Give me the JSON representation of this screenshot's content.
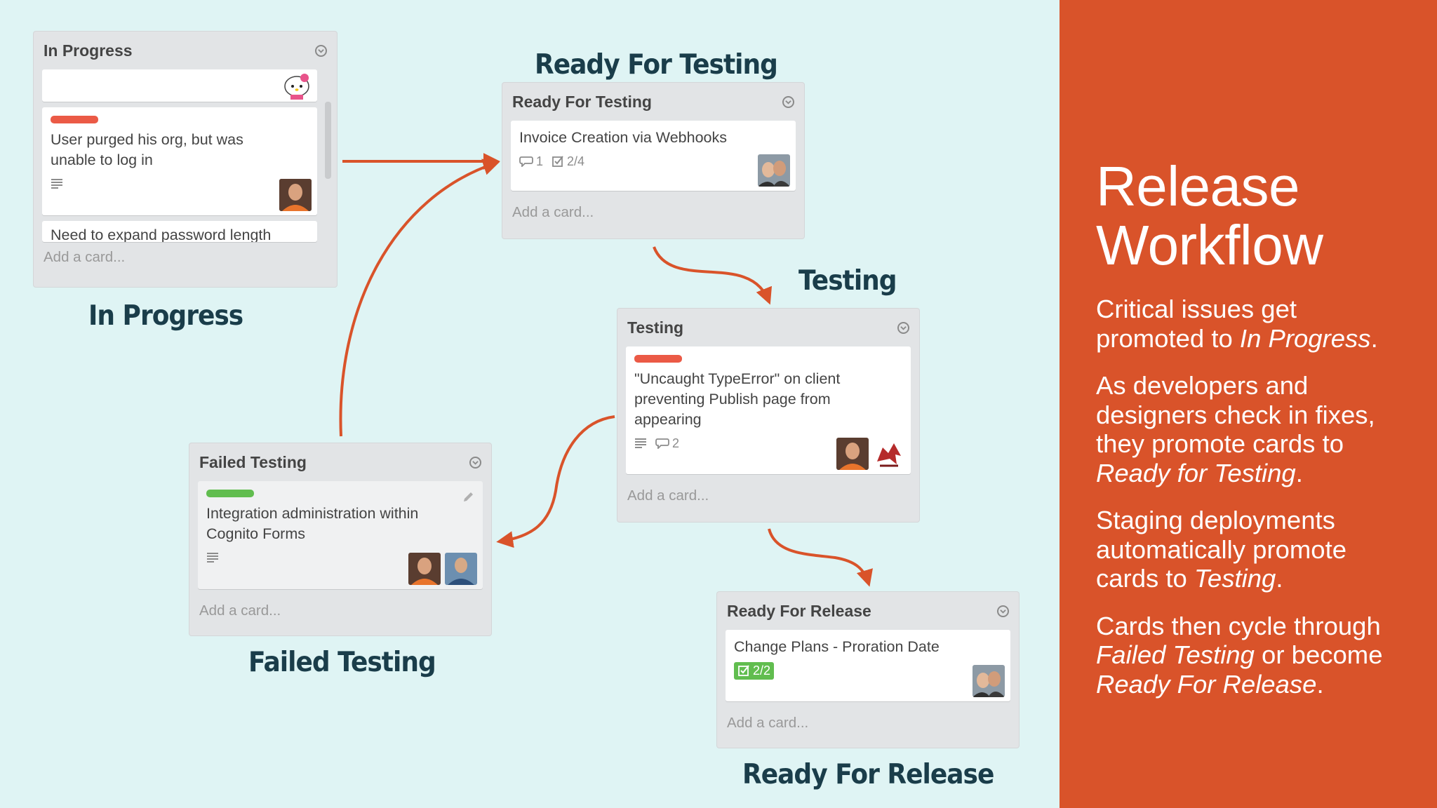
{
  "sidebar": {
    "title_line1": "Release",
    "title_line2": "Workflow",
    "p1": {
      "text": "Critical issues get promoted to ",
      "em": "In Progress",
      "end": "."
    },
    "p2": {
      "text": "As developers and designers check in fixes, they promote cards to ",
      "em": "Ready for Testing",
      "end": "."
    },
    "p3": {
      "text": "Staging deployments automatically promote cards to ",
      "em": "Testing",
      "end": "."
    },
    "p4": {
      "text1": "Cards then cycle through ",
      "em1": "Failed Testing",
      "text2": " or become ",
      "em2": "Ready For Release",
      "end": "."
    }
  },
  "captions": {
    "in_progress": "In Progress",
    "ready_for_testing": "Ready For Testing",
    "testing": "Testing",
    "failed_testing": "Failed Testing",
    "ready_for_release": "Ready For Release"
  },
  "lists": {
    "in_progress": {
      "title": "In Progress",
      "card1": {
        "text": "User purged his org, but was unable to log in",
        "label_color": "#eb5a46"
      },
      "card2": {
        "text": "Need to expand password length"
      },
      "add": "Add a card..."
    },
    "ready_for_testing": {
      "title": "Ready For Testing",
      "card1": {
        "text": "Invoice Creation via Webhooks",
        "comments": "1",
        "checklist": "2/4"
      },
      "add": "Add a card..."
    },
    "testing": {
      "title": "Testing",
      "card1": {
        "text": "\"Uncaught TypeError\" on client preventing Publish page from appearing",
        "comments": "2",
        "label_color": "#eb5a46"
      },
      "add": "Add a card..."
    },
    "failed_testing": {
      "title": "Failed Testing",
      "card1": {
        "text": "Integration administration within Cognito Forms",
        "label_color": "#61bd4f"
      },
      "add": "Add a card..."
    },
    "ready_for_release": {
      "title": "Ready For Release",
      "card1": {
        "text": "Change Plans - Proration Date",
        "checklist": "2/2"
      },
      "add": "Add a card..."
    }
  },
  "colors": {
    "accent": "#d9532a",
    "arrow": "#d9532a",
    "caption": "#1a3d4a"
  }
}
